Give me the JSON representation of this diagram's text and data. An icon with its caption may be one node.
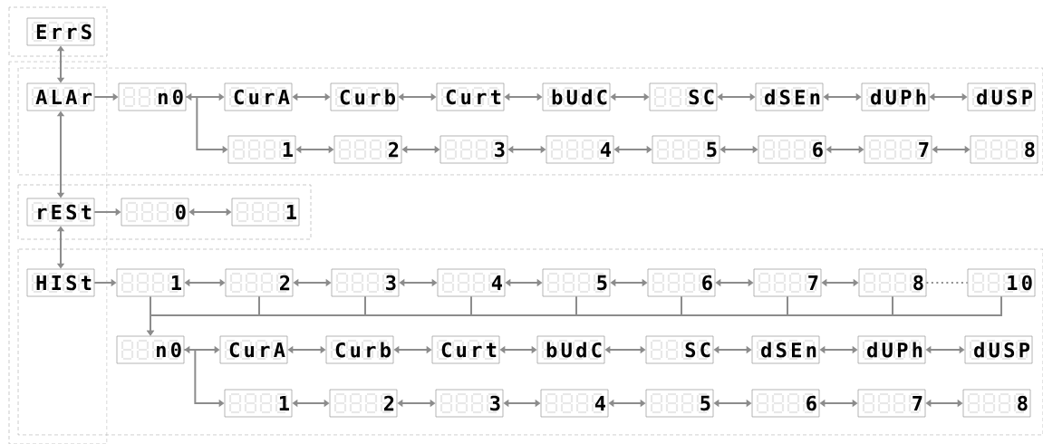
{
  "diagram": {
    "nodes": [
      {
        "text": [
          "ErrS"
        ]
      },
      {
        "text": [
          "ALAr"
        ]
      },
      {
        "text": [
          "n0"
        ]
      },
      {
        "text": [
          "CurA"
        ]
      },
      {
        "text": [
          "Curb"
        ]
      },
      {
        "text": [
          "Curt"
        ]
      },
      {
        "text": [
          "bUdC"
        ]
      },
      {
        "text": [
          "SC"
        ]
      },
      {
        "text": [
          "dSEn"
        ]
      },
      {
        "text": [
          "dUPh"
        ]
      },
      {
        "text": [
          "dUSP"
        ]
      },
      {
        "text": [
          "1"
        ]
      },
      {
        "text": [
          "2"
        ]
      },
      {
        "text": [
          "3"
        ]
      },
      {
        "text": [
          "4"
        ]
      },
      {
        "text": [
          "5"
        ]
      },
      {
        "text": [
          "6"
        ]
      },
      {
        "text": [
          "7"
        ]
      },
      {
        "text": [
          "8"
        ]
      },
      {
        "text": [
          "rESt"
        ]
      },
      {
        "text": [
          "0"
        ]
      },
      {
        "text": [
          "1"
        ]
      },
      {
        "text": [
          "HISt"
        ]
      },
      {
        "text": [
          "1"
        ]
      },
      {
        "text": [
          "2"
        ]
      },
      {
        "text": [
          "3"
        ]
      },
      {
        "text": [
          "4"
        ]
      },
      {
        "text": [
          "5"
        ]
      },
      {
        "text": [
          "6"
        ]
      },
      {
        "text": [
          "7"
        ]
      },
      {
        "text": [
          "8"
        ]
      },
      {
        "text": [
          "10"
        ]
      },
      {
        "text": [
          "n0"
        ]
      },
      {
        "text": [
          "CurA"
        ]
      },
      {
        "text": [
          "Curb"
        ]
      },
      {
        "text": [
          "Curt"
        ]
      },
      {
        "text": [
          "bUdC"
        ]
      },
      {
        "text": [
          "SC"
        ]
      },
      {
        "text": [
          "dSEn"
        ]
      },
      {
        "text": [
          "dUPh"
        ]
      },
      {
        "text": [
          "dUSP"
        ]
      },
      {
        "text": [
          "1"
        ]
      },
      {
        "text": [
          "2"
        ]
      },
      {
        "text": [
          "3"
        ]
      },
      {
        "text": [
          "4"
        ]
      },
      {
        "text": [
          "5"
        ]
      },
      {
        "text": [
          "6"
        ]
      },
      {
        "text": [
          "7"
        ]
      },
      {
        "text": [
          "8"
        ]
      }
    ],
    "edges": [
      {
        "from": 0,
        "to": 1,
        "arrow": "both"
      },
      {
        "from": 1,
        "to": 2,
        "arrow": "to"
      },
      {
        "from": 2,
        "to": 3,
        "arrow": "both"
      },
      {
        "from": 3,
        "to": 4,
        "arrow": "both"
      },
      {
        "from": 4,
        "to": 5,
        "arrow": "both"
      },
      {
        "from": 5,
        "to": 6,
        "arrow": "both"
      },
      {
        "from": 6,
        "to": 7,
        "arrow": "both"
      },
      {
        "from": 7,
        "to": 8,
        "arrow": "both"
      },
      {
        "from": 8,
        "to": 9,
        "arrow": "both"
      },
      {
        "from": 9,
        "to": 10,
        "arrow": "both"
      },
      {
        "from": 2,
        "to": 11,
        "arrow": "to"
      },
      {
        "from": 11,
        "to": 12,
        "arrow": "both"
      },
      {
        "from": 12,
        "to": 13,
        "arrow": "both"
      },
      {
        "from": 13,
        "to": 14,
        "arrow": "both"
      },
      {
        "from": 14,
        "to": 15,
        "arrow": "both"
      },
      {
        "from": 15,
        "to": 16,
        "arrow": "both"
      },
      {
        "from": 16,
        "to": 17,
        "arrow": "both"
      },
      {
        "from": 17,
        "to": 18,
        "arrow": "both"
      },
      {
        "from": 1,
        "to": 19,
        "arrow": "both"
      },
      {
        "from": 19,
        "to": 20,
        "arrow": "to"
      },
      {
        "from": 20,
        "to": 21,
        "arrow": "both"
      },
      {
        "from": 19,
        "to": 22,
        "arrow": "both"
      },
      {
        "from": 22,
        "to": 23,
        "arrow": "to"
      },
      {
        "from": 23,
        "to": 24,
        "arrow": "both"
      },
      {
        "from": 24,
        "to": 25,
        "arrow": "both"
      },
      {
        "from": 25,
        "to": 26,
        "arrow": "both"
      },
      {
        "from": 26,
        "to": 27,
        "arrow": "both"
      },
      {
        "from": 27,
        "to": 28,
        "arrow": "both"
      },
      {
        "from": 28,
        "to": 29,
        "arrow": "both"
      },
      {
        "from": 29,
        "to": 30,
        "arrow": "both"
      },
      {
        "from": 30,
        "to": 31,
        "arrow": "none",
        "style": "dashed"
      },
      {
        "from": 23,
        "to": 32,
        "arrow": "to"
      },
      {
        "from": 24,
        "to": 32,
        "arrow": "to"
      },
      {
        "from": 25,
        "to": 32,
        "arrow": "to"
      },
      {
        "from": 26,
        "to": 32,
        "arrow": "to"
      },
      {
        "from": 27,
        "to": 32,
        "arrow": "to"
      },
      {
        "from": 28,
        "to": 32,
        "arrow": "to"
      },
      {
        "from": 29,
        "to": 32,
        "arrow": "to"
      },
      {
        "from": 30,
        "to": 32,
        "arrow": "to"
      },
      {
        "from": 31,
        "to": 32,
        "arrow": "to"
      },
      {
        "from": 32,
        "to": 33,
        "arrow": "both"
      },
      {
        "from": 33,
        "to": 34,
        "arrow": "both"
      },
      {
        "from": 34,
        "to": 35,
        "arrow": "both"
      },
      {
        "from": 35,
        "to": 36,
        "arrow": "both"
      },
      {
        "from": 36,
        "to": 37,
        "arrow": "both"
      },
      {
        "from": 37,
        "to": 38,
        "arrow": "both"
      },
      {
        "from": 38,
        "to": 39,
        "arrow": "both"
      },
      {
        "from": 39,
        "to": 40,
        "arrow": "both"
      },
      {
        "from": 32,
        "to": 41,
        "arrow": "to"
      },
      {
        "from": 41,
        "to": 42,
        "arrow": "both"
      },
      {
        "from": 42,
        "to": 43,
        "arrow": "both"
      },
      {
        "from": 43,
        "to": 44,
        "arrow": "both"
      },
      {
        "from": 44,
        "to": 45,
        "arrow": "both"
      },
      {
        "from": 45,
        "to": 46,
        "arrow": "both"
      },
      {
        "from": 46,
        "to": 47,
        "arrow": "both"
      },
      {
        "from": 47,
        "to": 48,
        "arrow": "both"
      }
    ]
  }
}
